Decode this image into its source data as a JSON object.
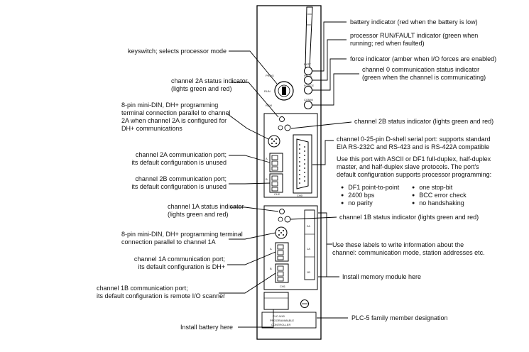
{
  "labels": {
    "battery_indicator": "battery indicator (red when the battery is low)",
    "run_fault_1": "processor RUN/FAULT indicator (green when",
    "run_fault_2": "running; red when faulted)",
    "keyswitch": "keyswitch; selects processor mode",
    "force_indicator": "force indicator (amber when I/O forces are enabled)",
    "ch0_status_1": "channel 0 communication status indicator",
    "ch0_status_2": "(green when the channel is communicating)",
    "ch2a_status_1": "channel 2A status indicator",
    "ch2a_status_2": "(lights green and red)",
    "minidin2_1": "8-pin mini-DIN, DH+ programming",
    "minidin2_2": "terminal connection parallel to channel",
    "minidin2_3": "2A when channel 2A is configured for",
    "minidin2_4": "DH+ communications",
    "ch2b_status": "channel 2B status indicator (lights green and red)",
    "ch0_port_1": "channel 0-25-pin D-shell serial port: supports standard",
    "ch0_port_2": "EIA RS-232C and RS-423 and is RS-422A compatible",
    "ch0_use_1": "Use this port with ASCII or DF1 full-duplex, half-duplex",
    "ch0_use_2": "master, and half-duplex slave protocols.  The port's",
    "ch0_use_3": "default configuration supports processor programming:",
    "ch2a_port_1": "channel 2A communication port;",
    "ch2a_port_2": "its default configuration is unused",
    "ch2b_port_1": "channel 2B communication port;",
    "ch2b_port_2": "its default configuration is unused",
    "ch1a_status_1": "channel 1A status indicator",
    "ch1a_status_2": "(lights green and red)",
    "ch1b_status": "channel 1B status indicator (lights green and red)",
    "minidin1_1": "8-pin mini-DIN, DH+ programming terminal",
    "minidin1_2": "connection parallel to channel 1A",
    "labels_use_1": "Use these labels to write information about the",
    "labels_use_2": "channel:  communication mode, station addresses etc.",
    "ch1a_port_1": "channel 1A communication port;",
    "ch1a_port_2": "its default configuration is DH+",
    "memory_module": "Install memory module here",
    "ch1b_port_1": "channel 1B communication port;",
    "ch1b_port_2": "its default configuration is remote I/O scanner",
    "family_designation": "PLC-5 family member designation",
    "install_battery": "Install battery here"
  },
  "defaults": {
    "left": [
      "DF1 point-to-point",
      "2400 bps",
      "no parity"
    ],
    "right": [
      "one stop-bit",
      "BCC error check",
      "no handshaking"
    ]
  },
  "device": {
    "batt": "BATT",
    "proc": "PROC",
    "force": "FORCE",
    "comm": "COMM",
    "prog": "PROG",
    "run": "RUN",
    "rem": "REM",
    "ch2": "CH2",
    "ch1": "CH1",
    "ch0": "CH0",
    "tag_2a": "2A",
    "tag_1a": "1A",
    "tag_1b": "1B",
    "port_a": "A",
    "port_b": "B",
    "plc_series": "PLC-5/40",
    "plc_name": "PROGRAMMABLE",
    "plc_sub": "CONTROLLER"
  }
}
